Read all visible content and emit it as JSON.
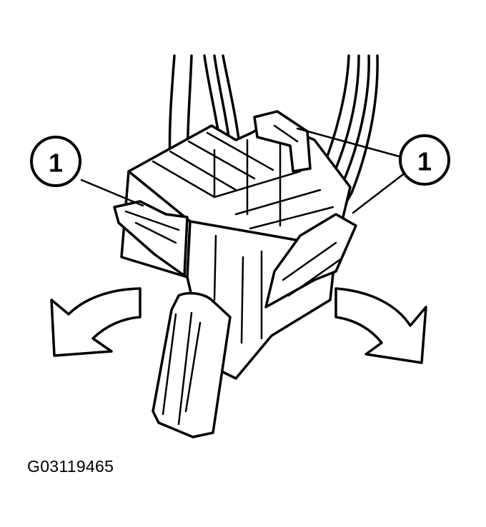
{
  "figure": {
    "code": "G03119465",
    "callouts": [
      {
        "id": "left",
        "label": "1"
      },
      {
        "id": "right",
        "label": "1"
      }
    ]
  }
}
